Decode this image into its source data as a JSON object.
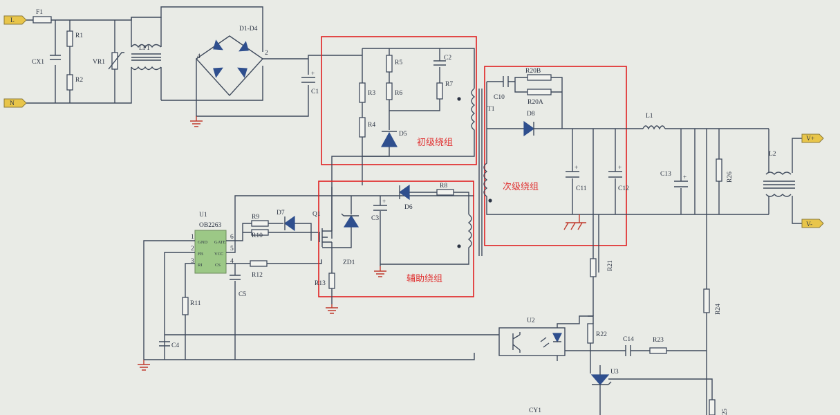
{
  "labels": {
    "terminal_l": "L",
    "terminal_n": "N",
    "terminal_vplus": "V+",
    "terminal_vminus": "V-",
    "f1": "F1",
    "r1": "R1",
    "r2": "R2",
    "cx1": "CX1",
    "vr1": "VR1",
    "lf1": "LF1",
    "d1d4": "D1-D4",
    "node2": "2",
    "node4": "4",
    "c1": "C1",
    "r3": "R3",
    "r4": "R4",
    "r5": "R5",
    "r6": "R6",
    "r7": "R7",
    "c2": "C2",
    "d5": "D5",
    "t1": "T1",
    "c10": "C10",
    "r20b": "R20B",
    "r20a": "R20A",
    "d8": "D8",
    "c11": "C11",
    "c12": "C12",
    "l1": "L1",
    "c13": "C13",
    "r26": "R26",
    "l2": "L2",
    "u1": "U1",
    "ob2263": "OB2263",
    "pin1": "1",
    "pin2": "2",
    "pin3": "3",
    "pin4": "4",
    "pin5": "5",
    "pin6": "6",
    "gnd": "GND",
    "fb": "FB",
    "ri": "RI",
    "gate": "GATE",
    "vcc": "VCC",
    "cs": "CS",
    "r9": "R9",
    "r10": "R10",
    "d7": "D7",
    "q1": "Q1",
    "zd1": "ZD1",
    "c3": "C3",
    "d6": "D6",
    "r8": "R8",
    "r12": "R12",
    "r13": "R13",
    "r11": "R11",
    "c4": "C4",
    "c5": "C5",
    "r21": "R21",
    "u2": "U2",
    "r22": "R22",
    "c14": "C14",
    "r23": "R23",
    "u3": "U3",
    "r24": "R24",
    "cy1": "CY1",
    "r25": "25"
  },
  "sections": {
    "primary": "初级绕组",
    "secondary": "次级绕组",
    "auxiliary": "辅助绕组"
  },
  "colors": {
    "annotation_red": "#e02020",
    "terminal_yellow": "#e8c54a",
    "ic_green": "#9cc886",
    "diode_blue": "#2f4f8e"
  }
}
